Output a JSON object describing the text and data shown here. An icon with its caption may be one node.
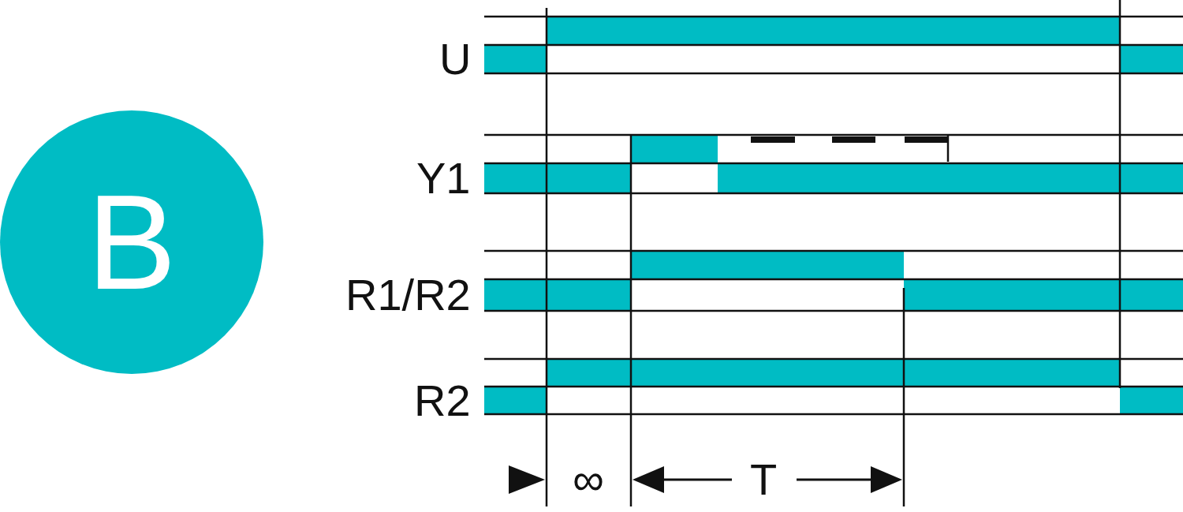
{
  "diagram": {
    "nodes": [
      {
        "text": [
          "B"
        ]
      }
    ],
    "labels": [
      "U",
      "Y1",
      "R1/R2",
      "R2",
      "∞",
      "T"
    ]
  }
}
